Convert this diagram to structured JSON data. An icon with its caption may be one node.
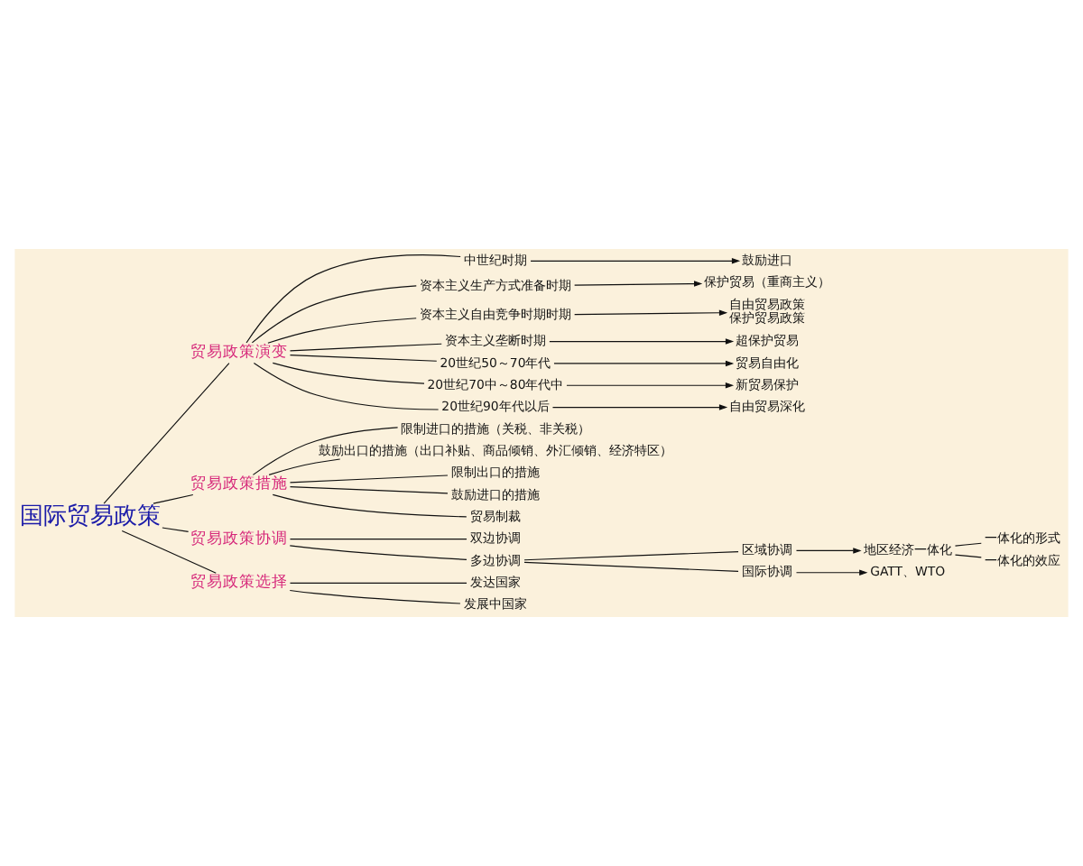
{
  "diagram": {
    "nodes": [
      {
        "text": [
          "国际贸易政策"
        ]
      },
      {
        "text": [
          "贸易政策演变"
        ]
      },
      {
        "text": [
          "中世纪时期"
        ]
      },
      {
        "text": [
          "鼓励进口"
        ]
      },
      {
        "text": [
          "资本主义生产方式准备时期"
        ]
      },
      {
        "text": [
          "保护贸易（重商主义）"
        ]
      },
      {
        "text": [
          "资本主义自由竞争时期时期"
        ]
      },
      {
        "text": [
          "自由贸易政策",
          "保护贸易政策"
        ]
      },
      {
        "text": [
          "资本主义垄断时期"
        ]
      },
      {
        "text": [
          "超保护贸易"
        ]
      },
      {
        "text": [
          "20世纪50～70年代"
        ]
      },
      {
        "text": [
          "贸易自由化"
        ]
      },
      {
        "text": [
          "20世纪70中～80年代中"
        ]
      },
      {
        "text": [
          "新贸易保护"
        ]
      },
      {
        "text": [
          "20世纪90年代以后"
        ]
      },
      {
        "text": [
          "自由贸易深化"
        ]
      },
      {
        "text": [
          "贸易政策措施"
        ]
      },
      {
        "text": [
          "限制进口的措施（关税、非关税）"
        ]
      },
      {
        "text": [
          "鼓励出口的措施（出口补贴、商品倾销、外汇倾销、经济特区）"
        ]
      },
      {
        "text": [
          "限制出口的措施"
        ]
      },
      {
        "text": [
          "鼓励进口的措施"
        ]
      },
      {
        "text": [
          "贸易制裁"
        ]
      },
      {
        "text": [
          "贸易政策协调"
        ]
      },
      {
        "text": [
          "双边协调"
        ]
      },
      {
        "text": [
          "多边协调"
        ]
      },
      {
        "text": [
          "区域协调"
        ]
      },
      {
        "text": [
          "地区经济一体化"
        ]
      },
      {
        "text": [
          "一体化的形式"
        ]
      },
      {
        "text": [
          "一体化的效应"
        ]
      },
      {
        "text": [
          "国际协调"
        ]
      },
      {
        "text": [
          "GATT、WTO"
        ]
      },
      {
        "text": [
          "贸易政策选择"
        ]
      },
      {
        "text": [
          "发达国家"
        ]
      },
      {
        "text": [
          "发展中国家"
        ]
      }
    ],
    "edges": [
      {
        "from": 0,
        "to": 1,
        "arrow": "none"
      },
      {
        "from": 1,
        "to": 2,
        "arrow": "none"
      },
      {
        "from": 2,
        "to": 3,
        "arrow": "to"
      },
      {
        "from": 1,
        "to": 4,
        "arrow": "none"
      },
      {
        "from": 4,
        "to": 5,
        "arrow": "to"
      },
      {
        "from": 1,
        "to": 6,
        "arrow": "none"
      },
      {
        "from": 6,
        "to": 7,
        "arrow": "to"
      },
      {
        "from": 1,
        "to": 8,
        "arrow": "none"
      },
      {
        "from": 8,
        "to": 9,
        "arrow": "to"
      },
      {
        "from": 1,
        "to": 10,
        "arrow": "none"
      },
      {
        "from": 10,
        "to": 11,
        "arrow": "to"
      },
      {
        "from": 1,
        "to": 12,
        "arrow": "none"
      },
      {
        "from": 12,
        "to": 13,
        "arrow": "to"
      },
      {
        "from": 1,
        "to": 14,
        "arrow": "none"
      },
      {
        "from": 14,
        "to": 15,
        "arrow": "to"
      },
      {
        "from": 0,
        "to": 16,
        "arrow": "none"
      },
      {
        "from": 16,
        "to": 17,
        "arrow": "none"
      },
      {
        "from": 16,
        "to": 18,
        "arrow": "none"
      },
      {
        "from": 16,
        "to": 19,
        "arrow": "none"
      },
      {
        "from": 16,
        "to": 20,
        "arrow": "none"
      },
      {
        "from": 16,
        "to": 21,
        "arrow": "none"
      },
      {
        "from": 0,
        "to": 22,
        "arrow": "none"
      },
      {
        "from": 22,
        "to": 23,
        "arrow": "none"
      },
      {
        "from": 22,
        "to": 24,
        "arrow": "none"
      },
      {
        "from": 24,
        "to": 25,
        "arrow": "none"
      },
      {
        "from": 25,
        "to": 26,
        "arrow": "to"
      },
      {
        "from": 26,
        "to": 27,
        "arrow": "none"
      },
      {
        "from": 26,
        "to": 28,
        "arrow": "none"
      },
      {
        "from": 24,
        "to": 29,
        "arrow": "none"
      },
      {
        "from": 29,
        "to": 30,
        "arrow": "to"
      },
      {
        "from": 0,
        "to": 31,
        "arrow": "none"
      },
      {
        "from": 31,
        "to": 32,
        "arrow": "none"
      },
      {
        "from": 31,
        "to": 33,
        "arrow": "none"
      }
    ]
  }
}
